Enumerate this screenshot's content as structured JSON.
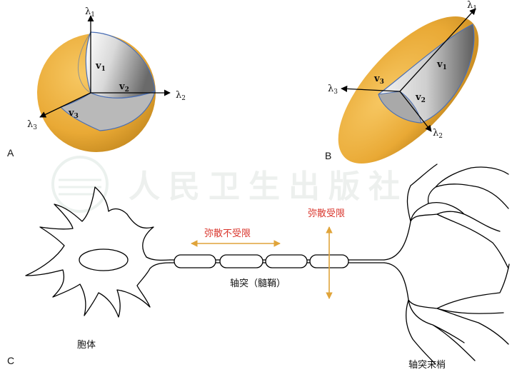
{
  "panels": {
    "a": {
      "label": "A",
      "axes": [
        {
          "symbol": "λ",
          "sub": "1"
        },
        {
          "symbol": "λ",
          "sub": "2"
        },
        {
          "symbol": "λ",
          "sub": "3"
        }
      ],
      "vectors": [
        {
          "symbol": "v",
          "sub": "1"
        },
        {
          "symbol": "v",
          "sub": "2"
        },
        {
          "symbol": "v",
          "sub": "3"
        }
      ]
    },
    "b": {
      "label": "B",
      "axes": [
        {
          "symbol": "λ",
          "sub": "1"
        },
        {
          "symbol": "λ",
          "sub": "2"
        },
        {
          "symbol": "λ",
          "sub": "3"
        }
      ],
      "vectors": [
        {
          "symbol": "v",
          "sub": "1"
        },
        {
          "symbol": "v",
          "sub": "2"
        },
        {
          "symbol": "v",
          "sub": "3"
        }
      ]
    },
    "c": {
      "label": "C",
      "unrestricted": "弥散不受限",
      "restricted": "弥散受限",
      "axon": "轴突（髓鞘）",
      "soma": "胞体",
      "terminal": "轴突末梢"
    }
  },
  "watermark": "人民卫生出版社",
  "colors": {
    "orange": "#e9a935",
    "highlight_red": "#d9342b",
    "arrow_orange": "#e0a43a",
    "outline_blue": "#4a6fb5"
  }
}
